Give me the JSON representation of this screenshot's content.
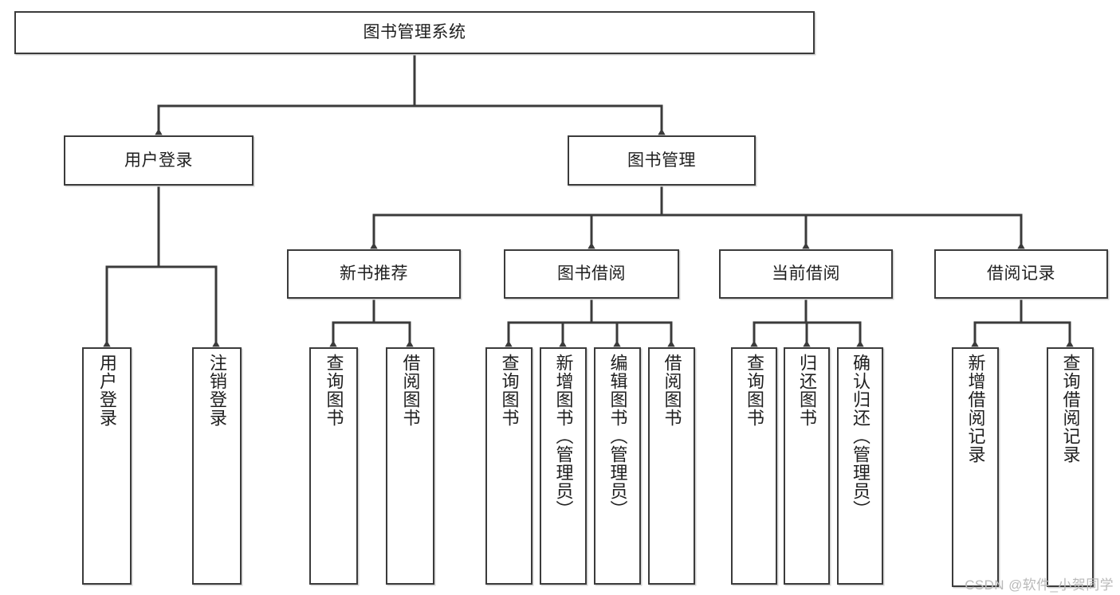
{
  "diagram": {
    "title": "图书管理系统",
    "watermark": "CSDN @软件_小贺同学",
    "type": "tree-hierarchy",
    "orientation": "top-down",
    "edge_style": "orthogonal-arrow",
    "colors": {
      "box_border": "#3b3b3b",
      "box_fill": "#ffffff",
      "line": "#3b3b3b",
      "text": "#1f1f1f",
      "watermark": "#b9b9b9",
      "shadow": "#d3d3d3"
    },
    "root": {
      "label": "图书管理系统"
    },
    "level1": [
      {
        "id": "user-login",
        "label": "用户登录"
      },
      {
        "id": "book-manage",
        "label": "图书管理"
      }
    ],
    "level2": [
      {
        "id": "new-book-recommend",
        "label": "新书推荐",
        "parent": "book-manage"
      },
      {
        "id": "book-borrow",
        "label": "图书借阅",
        "parent": "book-manage"
      },
      {
        "id": "current-borrow",
        "label": "当前借阅",
        "parent": "book-manage"
      },
      {
        "id": "borrow-record",
        "label": "借阅记录",
        "parent": "book-manage"
      }
    ],
    "leaves": [
      {
        "id": "leaf-user-login",
        "label": "用户登录",
        "parent": "user-login"
      },
      {
        "id": "leaf-logout",
        "label": "注销登录",
        "parent": "user-login"
      },
      {
        "id": "leaf-query-book-1",
        "label": "查询图书",
        "parent": "new-book-recommend"
      },
      {
        "id": "leaf-borrow-book-1",
        "label": "借阅图书",
        "parent": "new-book-recommend"
      },
      {
        "id": "leaf-query-book-2",
        "label": "查询图书",
        "parent": "book-borrow"
      },
      {
        "id": "leaf-add-book",
        "label": "新增图书（管理员）",
        "parent": "book-borrow"
      },
      {
        "id": "leaf-edit-book",
        "label": "编辑图书（管理员）",
        "parent": "book-borrow"
      },
      {
        "id": "leaf-borrow-book-2",
        "label": "借阅图书",
        "parent": "book-borrow"
      },
      {
        "id": "leaf-query-book-3",
        "label": "查询图书",
        "parent": "current-borrow"
      },
      {
        "id": "leaf-return-book",
        "label": "归还图书",
        "parent": "current-borrow"
      },
      {
        "id": "leaf-confirm-return",
        "label": "确认归还（管理员）",
        "parent": "current-borrow"
      },
      {
        "id": "leaf-add-record",
        "label": "新增借阅记录",
        "parent": "borrow-record"
      },
      {
        "id": "leaf-query-record",
        "label": "查询借阅记录",
        "parent": "borrow-record"
      }
    ]
  }
}
